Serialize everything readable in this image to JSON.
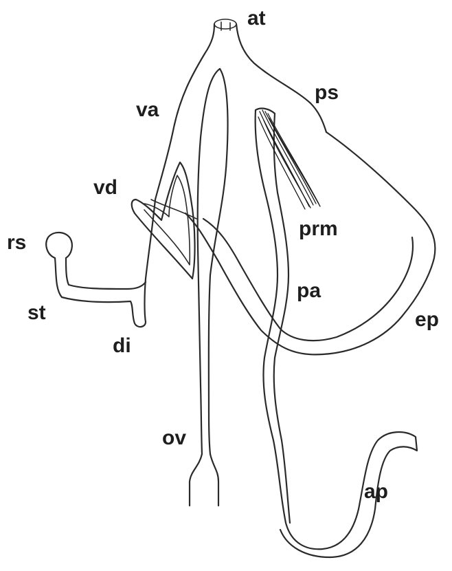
{
  "labels": {
    "at": "at",
    "ps": "ps",
    "va": "va",
    "vd": "vd",
    "prm": "prm",
    "rs": "rs",
    "pa": "pa",
    "st": "st",
    "ep": "ep",
    "di": "di",
    "ov": "ov",
    "ap": "ap"
  },
  "colors": {
    "ink": "#2a2a2a",
    "background": "#ffffff"
  }
}
